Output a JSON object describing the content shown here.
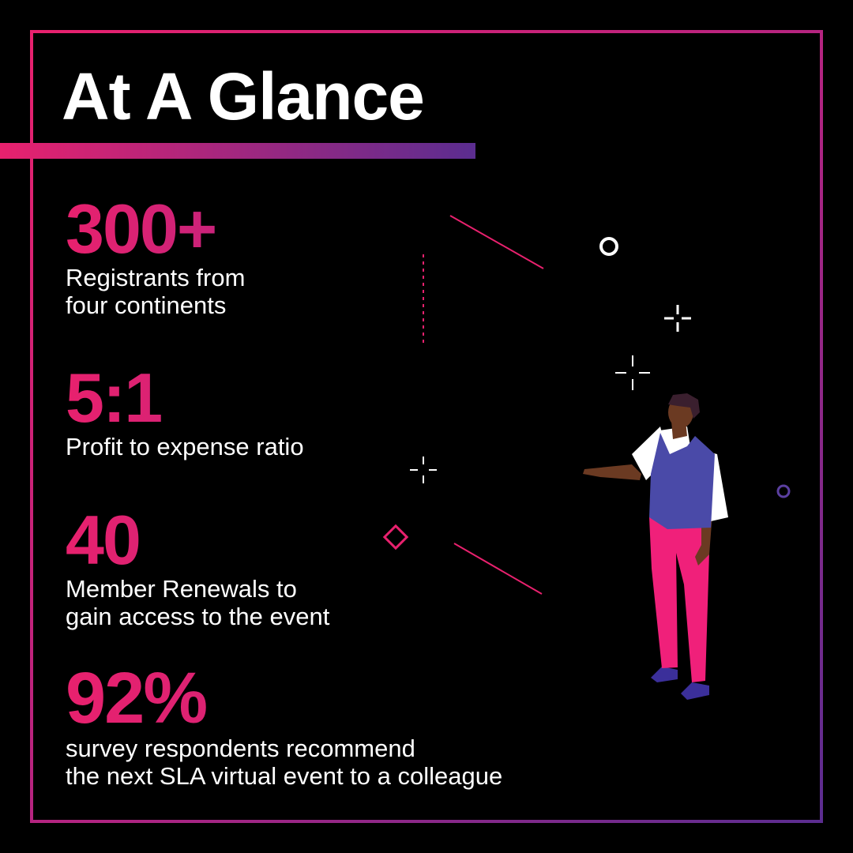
{
  "title": "At A Glance",
  "stats": [
    {
      "value": "300+",
      "description_lines": [
        "Registrants from",
        "four continents"
      ]
    },
    {
      "value": "5:1",
      "description_lines": [
        "Profit to expense ratio"
      ]
    },
    {
      "value": "40",
      "description_lines": [
        "Member Renewals to",
        "gain access to the event"
      ]
    },
    {
      "value": "92%",
      "description_lines": [
        "survey respondents recommend",
        "the next SLA virtual event to a colleague"
      ]
    }
  ],
  "colors": {
    "background": "#000000",
    "accent_pink": "#e8216e",
    "accent_purple": "#5b2d90",
    "vest_blue": "#4a4aa8",
    "pants_pink": "#f0207a",
    "text": "#ffffff"
  },
  "illustration": {
    "figure": "person-pointing-illustration",
    "decorations": [
      "circle-outline-icon",
      "crosshair-sparkle-icon",
      "diamond-outline-icon",
      "line-accent"
    ]
  }
}
